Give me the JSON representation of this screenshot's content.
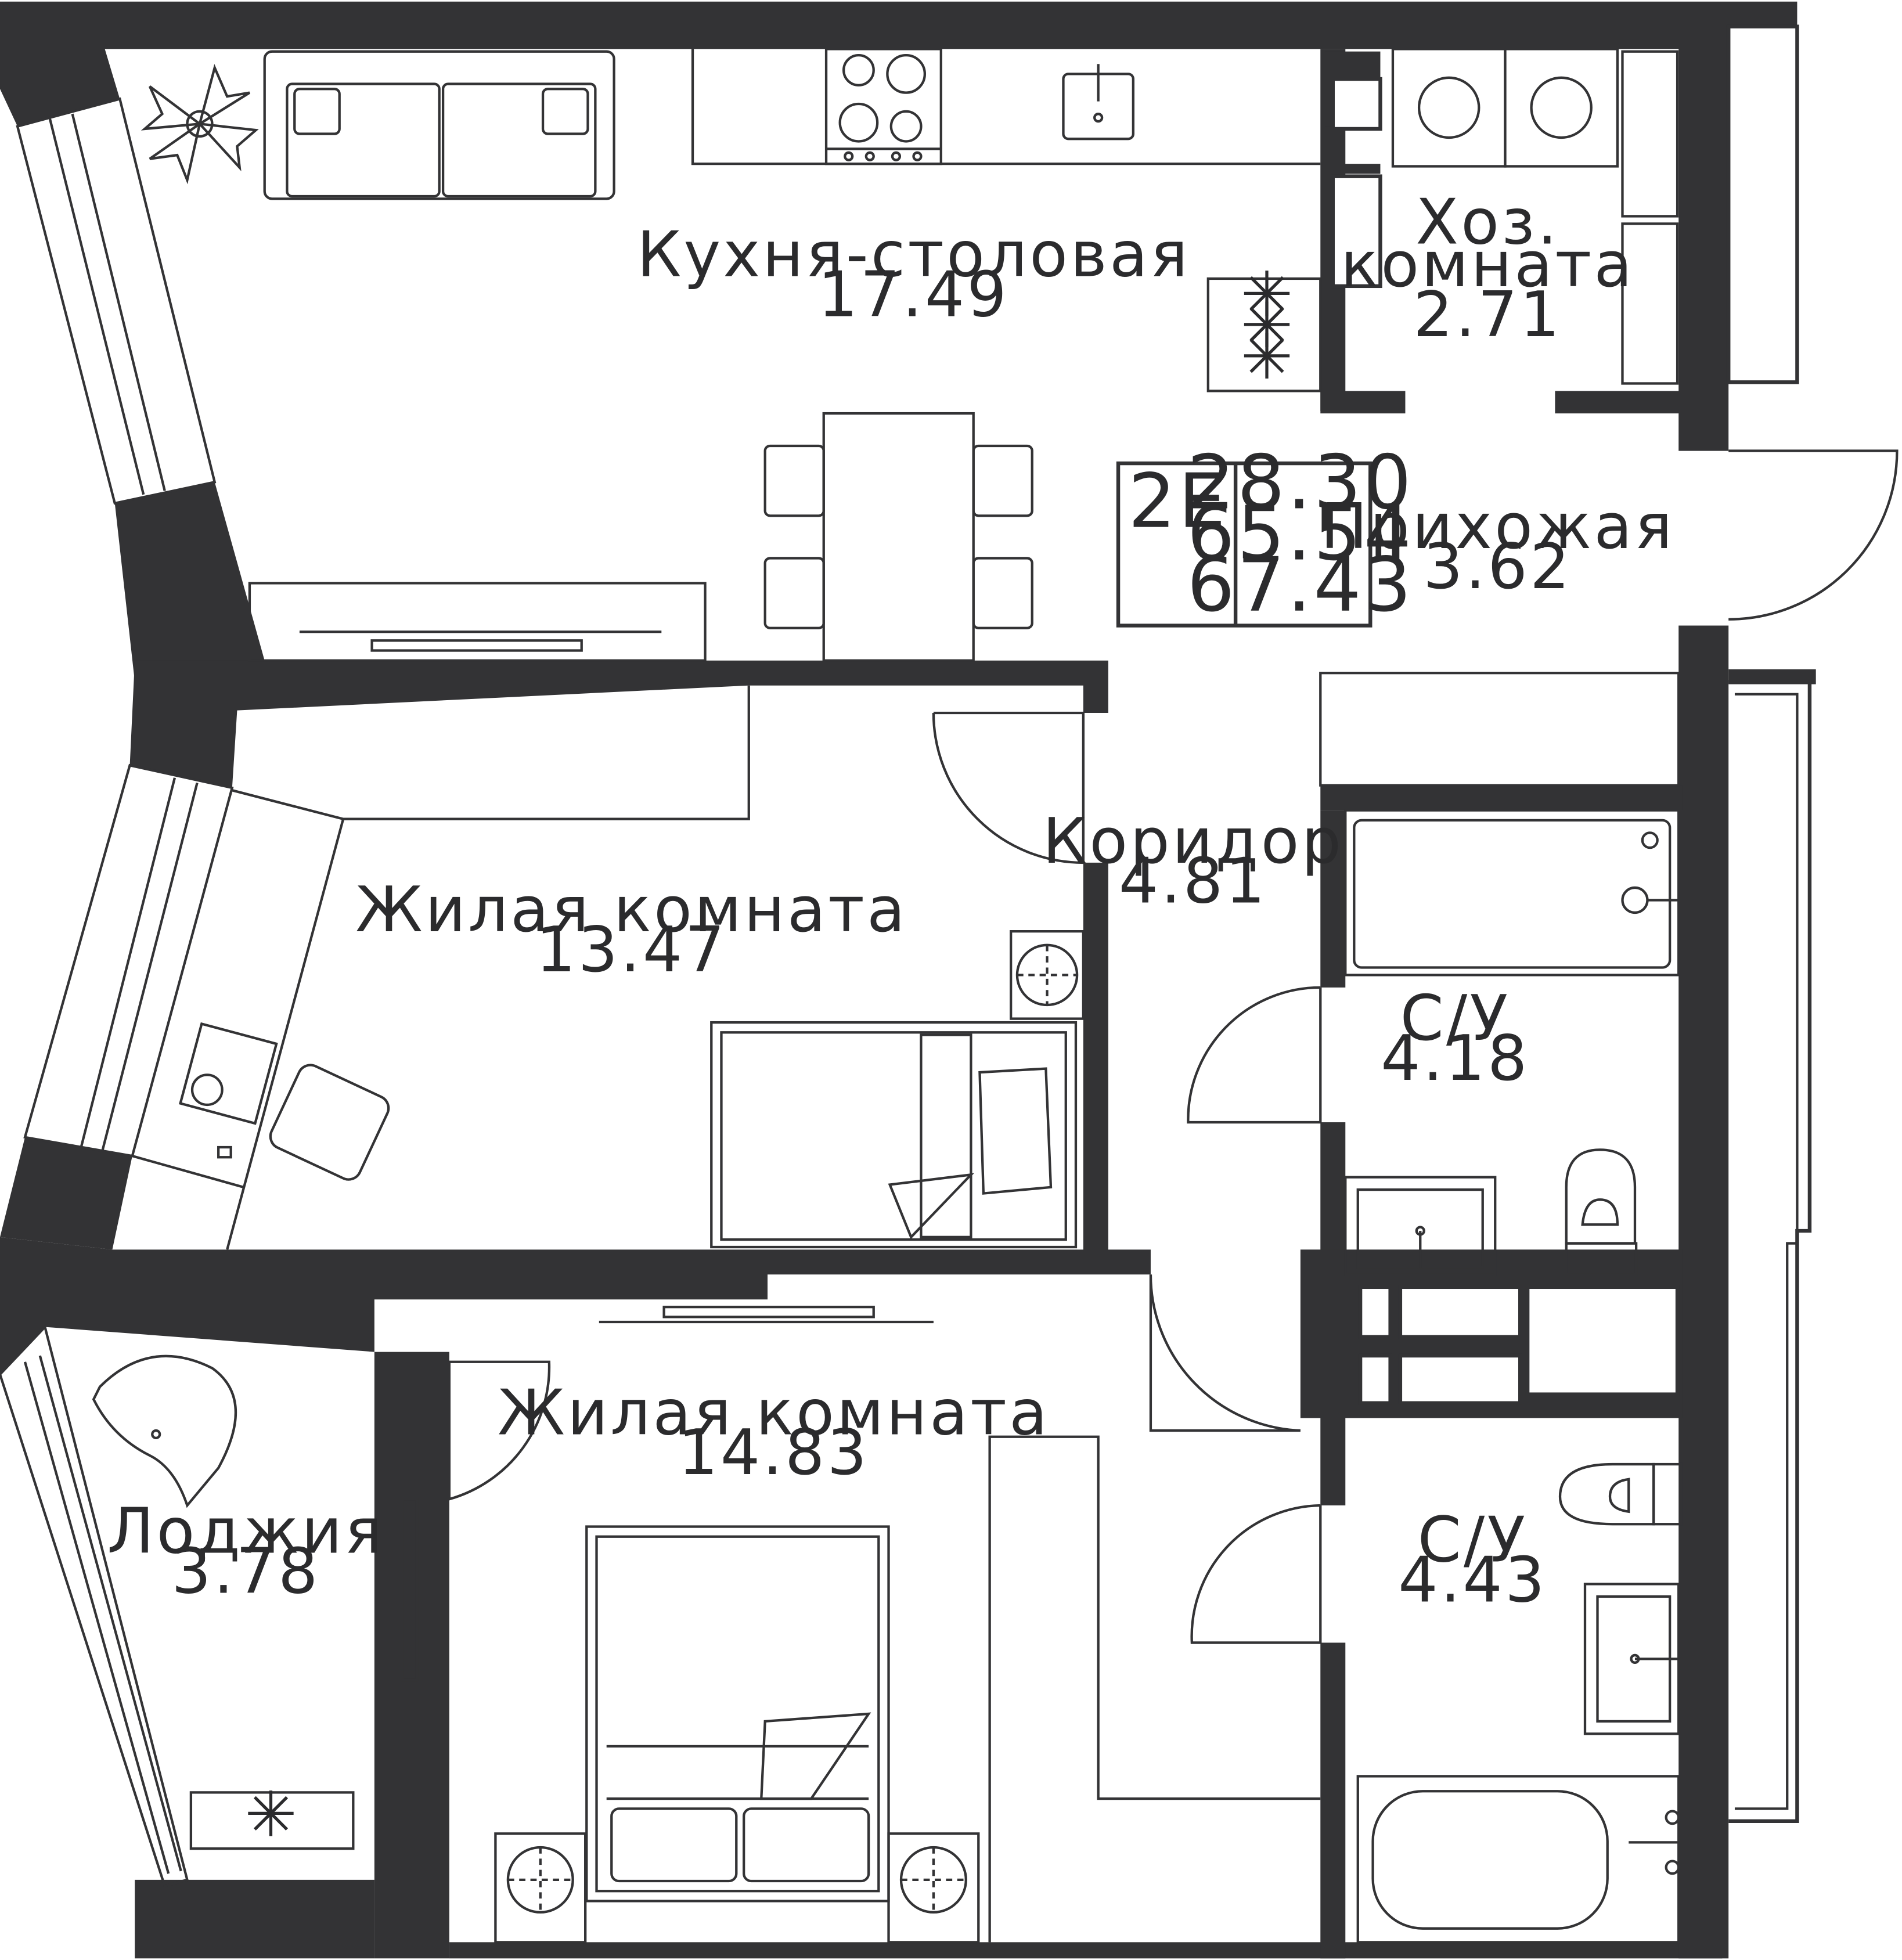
{
  "rooms": [
    {
      "name": "Кухня-столовая",
      "area": "17.49"
    },
    {
      "name": "Хоз.",
      "name2": "комната",
      "area": "2.71"
    },
    {
      "name": "Прихожая",
      "area": "3.62"
    },
    {
      "name": "Жилая комната",
      "area": "13.47"
    },
    {
      "name": "Коридор",
      "area": "4.81"
    },
    {
      "name": "С/У",
      "area": "4.18"
    },
    {
      "name": "Жилая комната",
      "area": "14.83"
    },
    {
      "name": "Лоджия",
      "area": "3.78"
    },
    {
      "name": "С/У",
      "area": "4.43"
    }
  ],
  "summary": {
    "type": "2Е",
    "area_1": "28.30",
    "area_2": "65.54",
    "area_3": "67.43"
  },
  "colors": {
    "wall": "#333335",
    "line": "#333335",
    "background": "#ffffff"
  }
}
